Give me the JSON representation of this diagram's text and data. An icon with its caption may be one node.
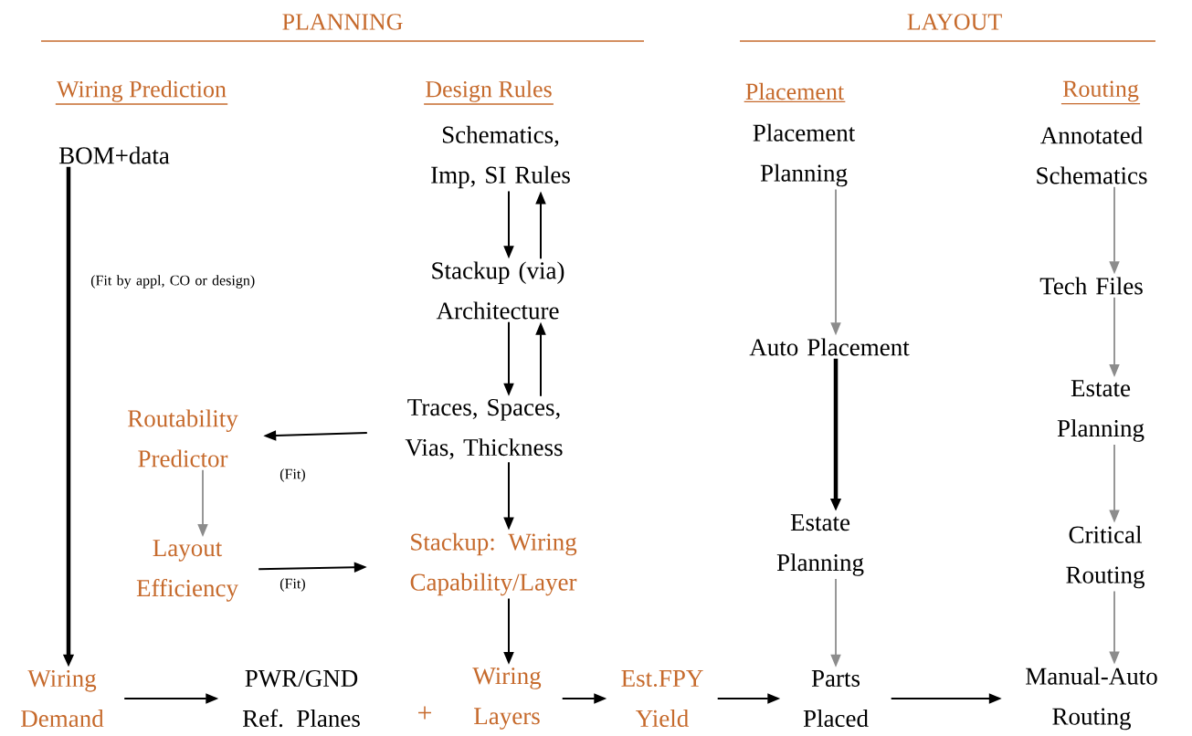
{
  "diagram": {
    "nodes": [
      {
        "text": [
          "BOM+data"
        ]
      },
      {
        "text": [
          "Schematics, Imp, SI Rules"
        ]
      },
      {
        "text": [
          "Stackup (via) Architecture"
        ]
      },
      {
        "text": [
          "Traces, Spaces, Vias, Thickness"
        ]
      },
      {
        "text": [
          "Routability Predictor"
        ]
      },
      {
        "text": [
          "Layout Efficiency"
        ]
      },
      {
        "text": [
          "Stackup: Wiring Capability/Layer"
        ]
      },
      {
        "text": [
          "Wiring Demand"
        ]
      },
      {
        "text": [
          "PWR/GND Ref. Planes"
        ]
      },
      {
        "text": [
          "Wiring Layers"
        ]
      },
      {
        "text": [
          "Est.FPY Yield"
        ]
      },
      {
        "text": [
          "Placement Planning"
        ]
      },
      {
        "text": [
          "Auto Placement"
        ]
      },
      {
        "text": [
          "Estate Planning"
        ]
      },
      {
        "text": [
          "Parts Placed"
        ]
      },
      {
        "text": [
          "Manual-Auto Routing"
        ]
      },
      {
        "text": [
          "Annotated Schematics"
        ]
      },
      {
        "text": [
          "Tech Files"
        ]
      },
      {
        "text": [
          "Estate Planning"
        ]
      },
      {
        "text": [
          "Critical Routing"
        ]
      }
    ],
    "edges": [
      {
        "from": 0,
        "to": 7,
        "arrow": "to",
        "style": "thick",
        "label": "(Fit by appl, CO or design)"
      },
      {
        "from": 1,
        "to": 2,
        "arrow": "to"
      },
      {
        "from": 2,
        "to": 1,
        "arrow": "to"
      },
      {
        "from": 2,
        "to": 3,
        "arrow": "to"
      },
      {
        "from": 3,
        "to": 2,
        "arrow": "to"
      },
      {
        "from": 3,
        "to": 4,
        "arrow": "to",
        "label": "(Fit)"
      },
      {
        "from": 4,
        "to": 5,
        "arrow": "to",
        "color": "#8c8c8c"
      },
      {
        "from": 5,
        "to": 6,
        "arrow": "to",
        "label": "(Fit)"
      },
      {
        "from": 3,
        "to": 6,
        "arrow": "to"
      },
      {
        "from": 6,
        "to": 9,
        "arrow": "to"
      },
      {
        "from": 7,
        "to": 8,
        "arrow": "to"
      },
      {
        "from": 9,
        "to": 10,
        "arrow": "to"
      },
      {
        "from": 10,
        "to": 14,
        "arrow": "to"
      },
      {
        "from": 14,
        "to": 15,
        "arrow": "to"
      },
      {
        "from": 11,
        "to": 12,
        "arrow": "to",
        "color": "#8c8c8c"
      },
      {
        "from": 12,
        "to": 13,
        "arrow": "to",
        "style": "thick"
      },
      {
        "from": 13,
        "to": 14,
        "arrow": "to",
        "color": "#8c8c8c"
      },
      {
        "from": 16,
        "to": 17,
        "arrow": "to",
        "color": "#8c8c8c"
      },
      {
        "from": 17,
        "to": 18,
        "arrow": "to",
        "color": "#8c8c8c"
      },
      {
        "from": 18,
        "to": 19,
        "arrow": "to",
        "color": "#8c8c8c"
      },
      {
        "from": 19,
        "to": 15,
        "arrow": "to",
        "color": "#8c8c8c"
      }
    ],
    "labels": [
      "PLANNING",
      "LAYOUT",
      "Wiring Prediction",
      "Design Rules",
      "Placement",
      "Routing",
      "+"
    ]
  }
}
